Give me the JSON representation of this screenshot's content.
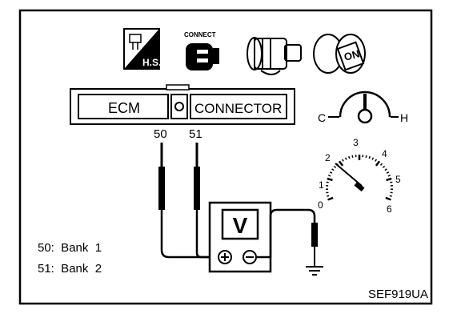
{
  "ecm_connector": {
    "ecm_label": "ECM",
    "connector_label": "CONNECTOR"
  },
  "terminals": {
    "t50": "50",
    "t51": "51"
  },
  "meter": {
    "label": "V",
    "plus": "+",
    "minus": "−"
  },
  "temp_gauge": {
    "cold": "C",
    "hot": "H"
  },
  "tachometer": {
    "ticks": [
      "0",
      "1",
      "2",
      "3",
      "4",
      "5",
      "6"
    ]
  },
  "icons": {
    "hs_text": "H.S.",
    "connect_text": "CONNECT",
    "key_text": "ON"
  },
  "legend": {
    "line1": "50:  Bank  1",
    "line2": "51:  Bank  2"
  },
  "figure_code": "SEF919UA"
}
